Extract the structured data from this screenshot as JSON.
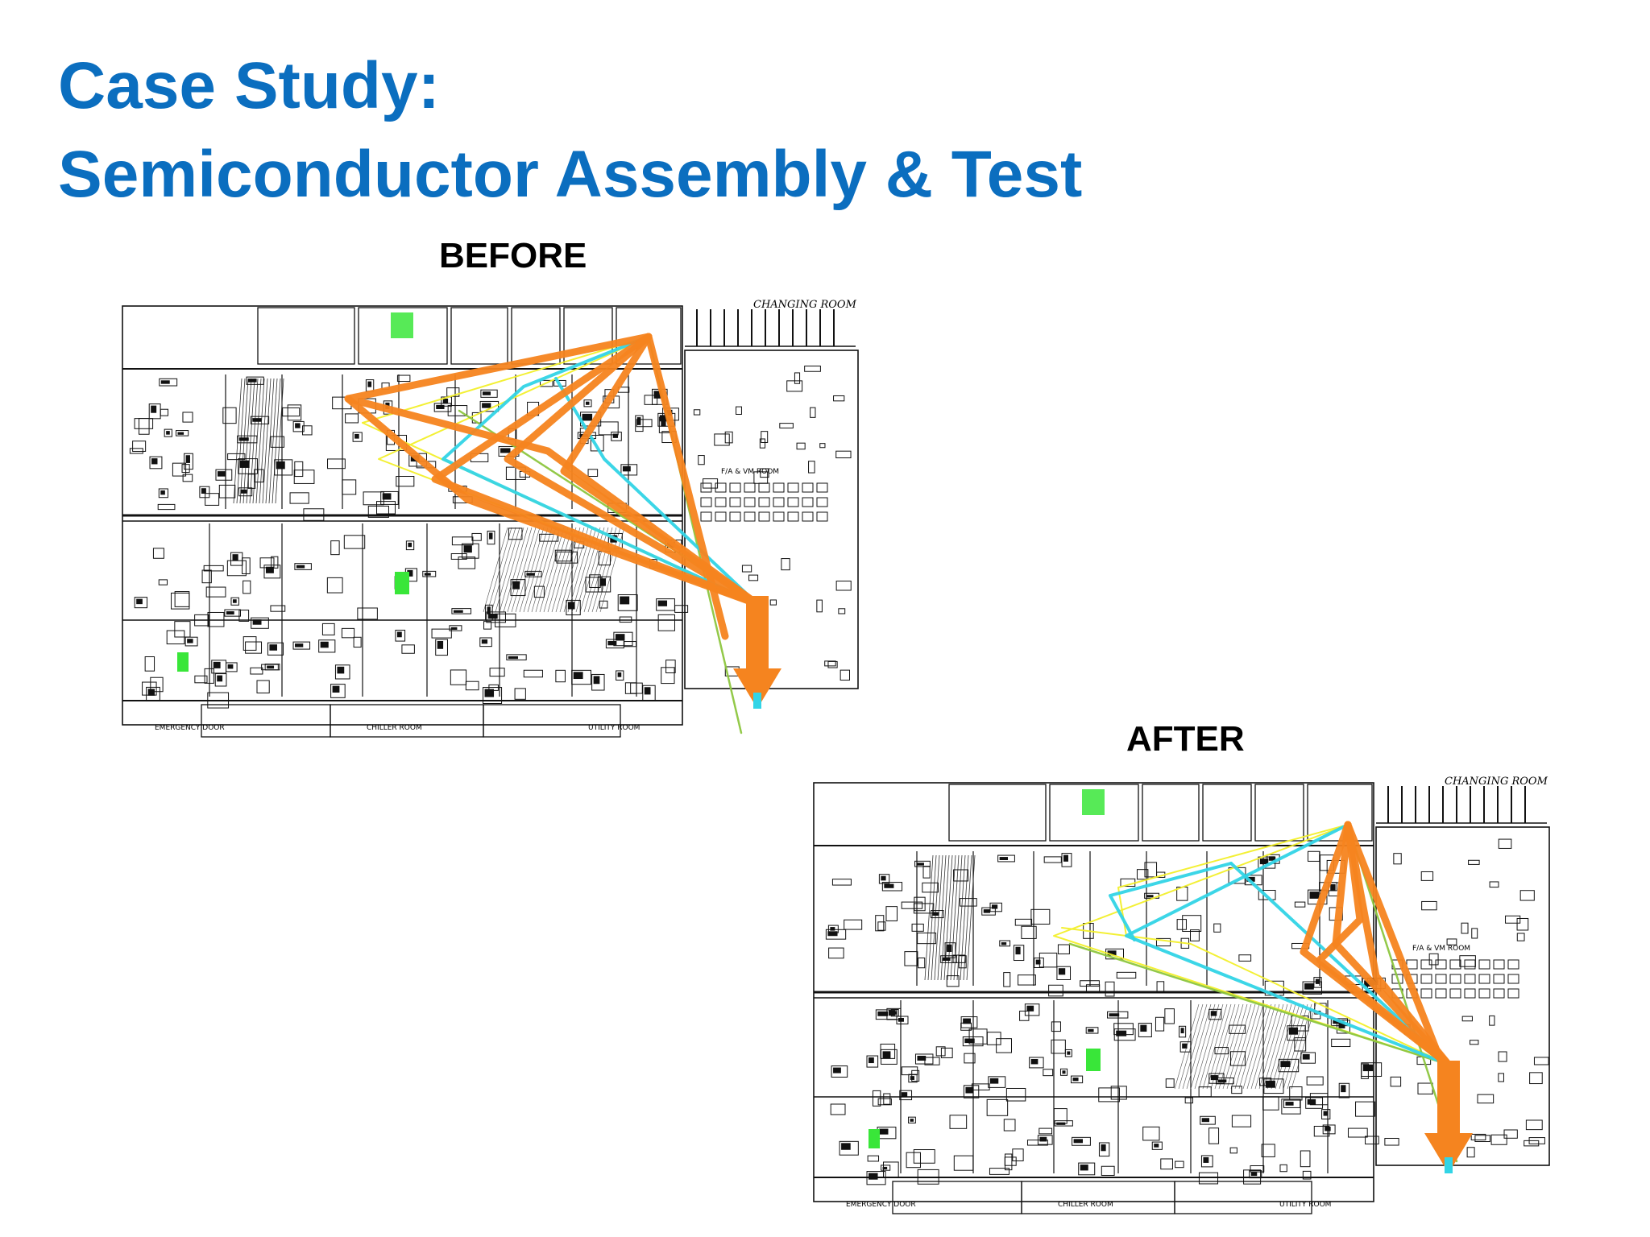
{
  "slide": {
    "title_line1": "Case Study:",
    "title_line2": "Semiconductor Assembly & Test"
  },
  "before": {
    "label": "BEFORE",
    "room_labels": {
      "changing_room": "CHANGING ROOM",
      "chiller_room": "CHILLER ROOM",
      "utility_room": "UTILITY ROOM",
      "emergency_door": "EMERGENCY DOOR",
      "fa_room": "F/A & VM ROOM"
    }
  },
  "after": {
    "label": "AFTER",
    "room_labels": {
      "changing_room": "CHANGING ROOM",
      "chiller_room": "CHILLER ROOM",
      "utility_room": "UTILITY ROOM",
      "emergency_door": "EMERGENCY DOOR",
      "fa_room": "F/A & VM ROOM"
    }
  },
  "colors": {
    "title": "#0b6ebf",
    "flow_primary": "#f5841f",
    "flow_secondary": "#32d4e6",
    "flow_tertiary": "#f2ef2a",
    "flow_quaternary": "#8dc63f",
    "equipment_highlight": "#39e639"
  }
}
